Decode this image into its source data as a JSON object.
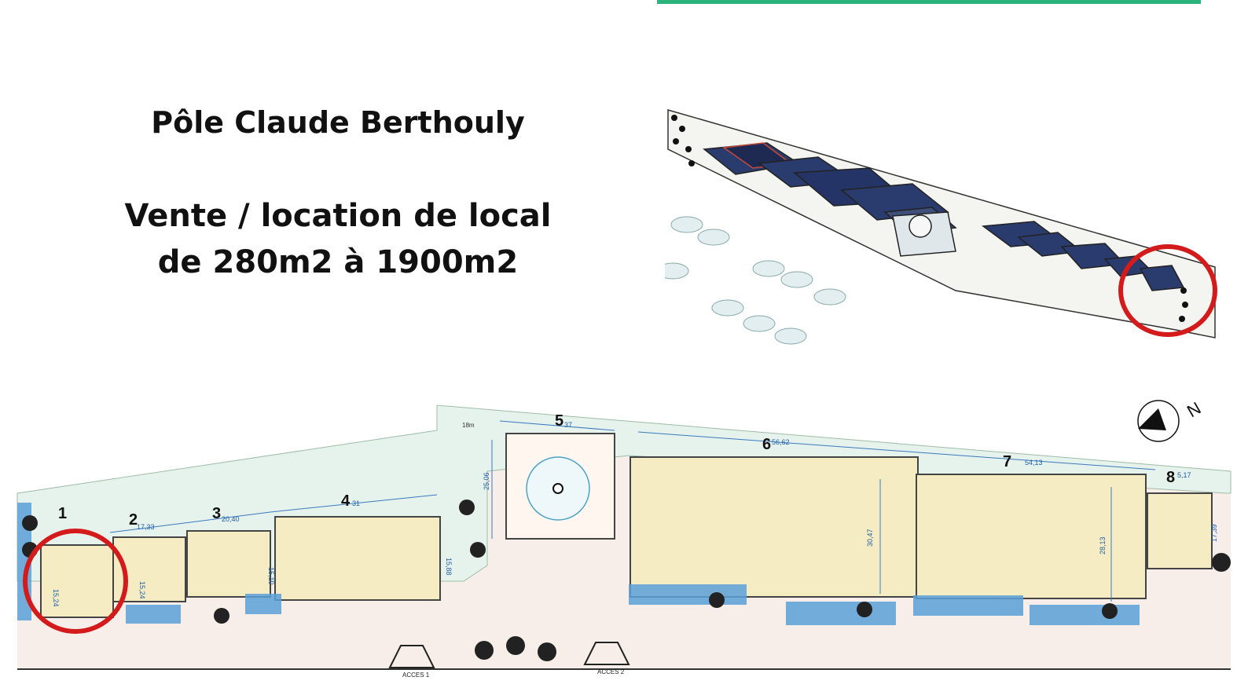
{
  "slide": {
    "title": "Pôle Claude Berthouly",
    "subtitle_line1": "Vente / location de local",
    "subtitle_line2": "de 280m2 à 1900m2",
    "accent_color": "#2db37c",
    "highlight_color": "#d41b1b"
  },
  "plan": {
    "lots": [
      {
        "number": "1",
        "dims": [
          "15,24"
        ]
      },
      {
        "number": "2",
        "dims": [
          "17,33",
          "15,24"
        ]
      },
      {
        "number": "3",
        "dims": [
          "20,40",
          "15,10"
        ]
      },
      {
        "number": "4",
        "dims": [
          "31",
          "15,88"
        ]
      },
      {
        "number": "5",
        "dims": [
          "37",
          "25,06"
        ]
      },
      {
        "number": "6",
        "dims": [
          "56,62",
          "30,47"
        ]
      },
      {
        "number": "7",
        "dims": [
          "54,13",
          "28,13"
        ]
      },
      {
        "number": "8",
        "dims": [
          "5,17",
          "17,39"
        ]
      }
    ],
    "road_label": "18m",
    "access_1": "ACCES 1",
    "access_2": "ACCES 2",
    "north_label": "N"
  },
  "aerial": {
    "icon": "aerial-3d-render"
  }
}
